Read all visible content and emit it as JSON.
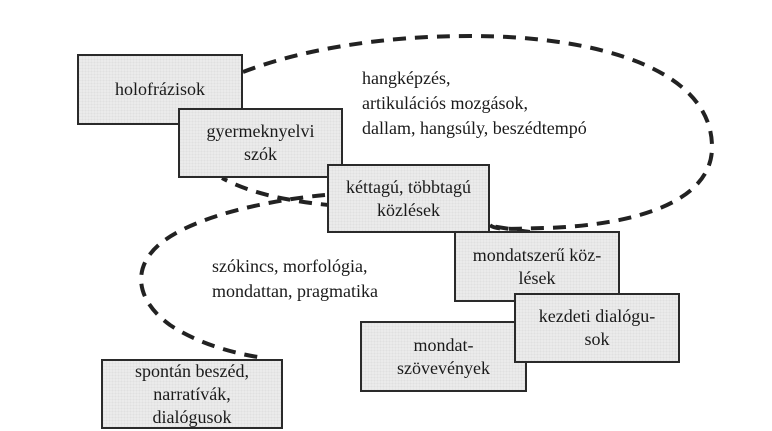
{
  "diagram": {
    "type": "language-development-stages",
    "ellipses": [
      {
        "id": "upper",
        "style": "dashed",
        "text": "hangképzés,\nartikulációs mozgások,\ndallam, hangsúly, beszédtempó"
      },
      {
        "id": "lower",
        "style": "dashed",
        "text": "szókincs, morfológia,\nmondattan, pragmatika"
      }
    ],
    "stages": [
      {
        "id": "holofrazisok",
        "text": "holofrázisok"
      },
      {
        "id": "gyermeknyelvi-szok",
        "text": "gyermeknyelvi\nszók"
      },
      {
        "id": "kettagu-tobbtagu",
        "text": "kéttagú, többtagú\nközlések"
      },
      {
        "id": "mondatszeru",
        "text": "mondatszerű köz-\nlések"
      },
      {
        "id": "kezdeti-dialogusok",
        "text": "kezdeti dialógu-\nsok"
      },
      {
        "id": "mondatszovevenyek",
        "text": "mondat-\nszövevények"
      },
      {
        "id": "spontan-beszed",
        "text": "spontán beszéd, narratívák,\ndialógusok"
      }
    ],
    "colors": {
      "box_fill": "#ebebeb",
      "box_border": "#2a2a2a",
      "dash_stroke": "#222222",
      "text": "#1a1a1a"
    }
  }
}
